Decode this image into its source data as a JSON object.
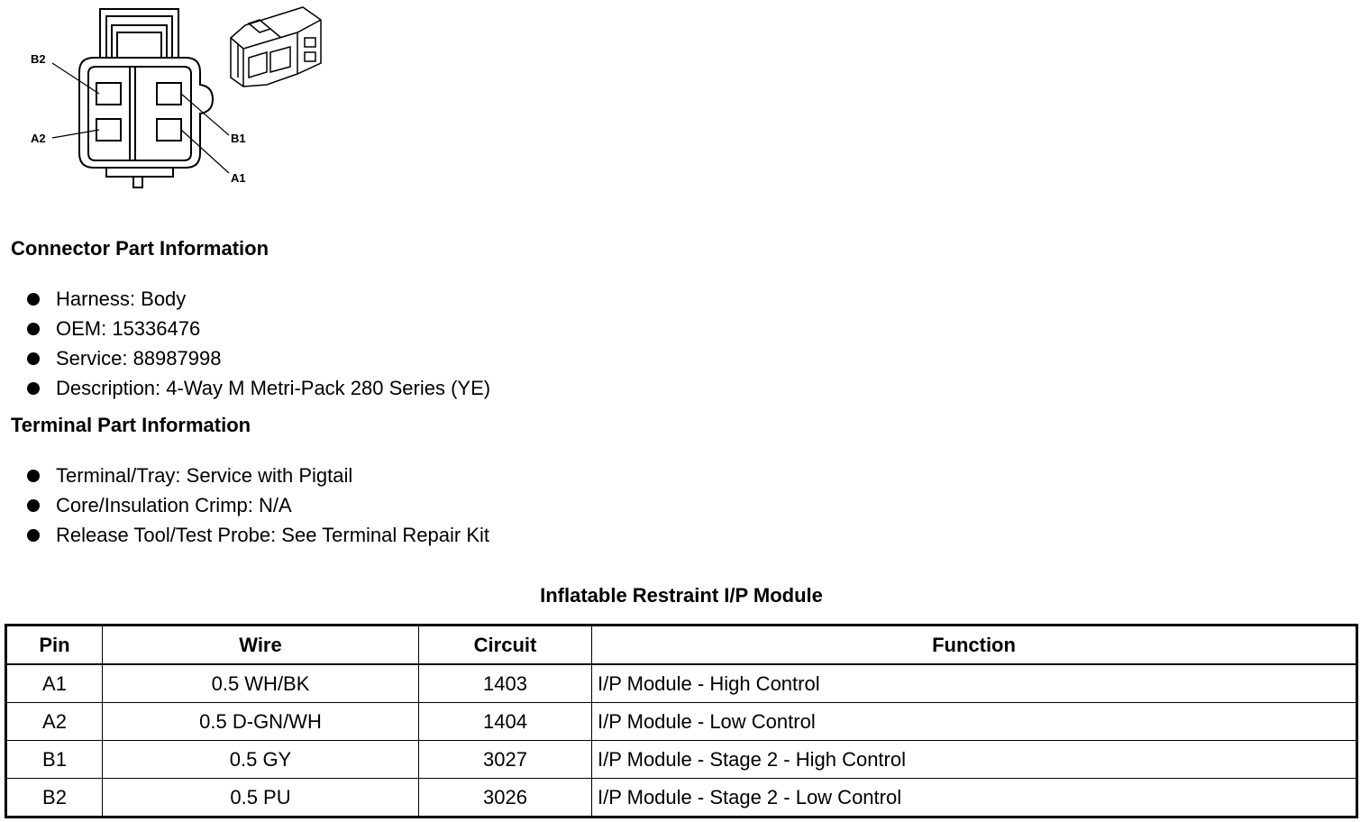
{
  "diagram": {
    "pin_labels": {
      "b2": "B2",
      "a2": "A2",
      "b1": "B1",
      "a1": "A1"
    }
  },
  "connector_part": {
    "heading": "Connector Part Information",
    "items": [
      "Harness: Body",
      "OEM: 15336476",
      "Service: 88987998",
      "Description: 4-Way M Metri-Pack 280 Series (YE)"
    ]
  },
  "terminal_part": {
    "heading": "Terminal Part Information",
    "items": [
      "Terminal/Tray: Service with Pigtail",
      "Core/Insulation Crimp: N/A",
      "Release Tool/Test Probe: See Terminal Repair Kit"
    ]
  },
  "pin_table": {
    "title": "Inflatable Restraint I/P Module",
    "headers": {
      "pin": "Pin",
      "wire": "Wire",
      "circuit": "Circuit",
      "function": "Function"
    },
    "rows": [
      {
        "pin": "A1",
        "wire": "0.5 WH/BK",
        "circuit": "1403",
        "function": "I/P Module - High Control"
      },
      {
        "pin": "A2",
        "wire": "0.5 D-GN/WH",
        "circuit": "1404",
        "function": "I/P Module - Low Control"
      },
      {
        "pin": "B1",
        "wire": "0.5 GY",
        "circuit": "3027",
        "function": "I/P Module - Stage 2 - High Control"
      },
      {
        "pin": "B2",
        "wire": "0.5 PU",
        "circuit": "3026",
        "function": "I/P Module - Stage 2 - Low Control"
      }
    ]
  }
}
